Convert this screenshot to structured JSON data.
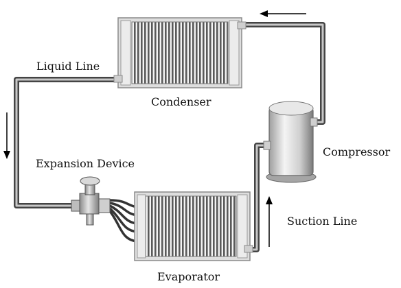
{
  "labels": {
    "liquid_line": "Liquid Line",
    "condenser": "Condenser",
    "compressor": "Compressor",
    "expansion_device": "Expansion Device",
    "suction_line": "Suction Line",
    "evaporator": "Evaporator"
  },
  "colors": {
    "pipe": "#4a4a4a",
    "pipe_inner": "#bdbdbd",
    "coil_frame": "#d9d9d9",
    "coil_fins": "#666666",
    "arrow": "#000000"
  },
  "icons": {
    "flow_arrows": "arrow",
    "compressor": "compressor-icon",
    "expansion_valve": "expansion-valve-icon"
  }
}
